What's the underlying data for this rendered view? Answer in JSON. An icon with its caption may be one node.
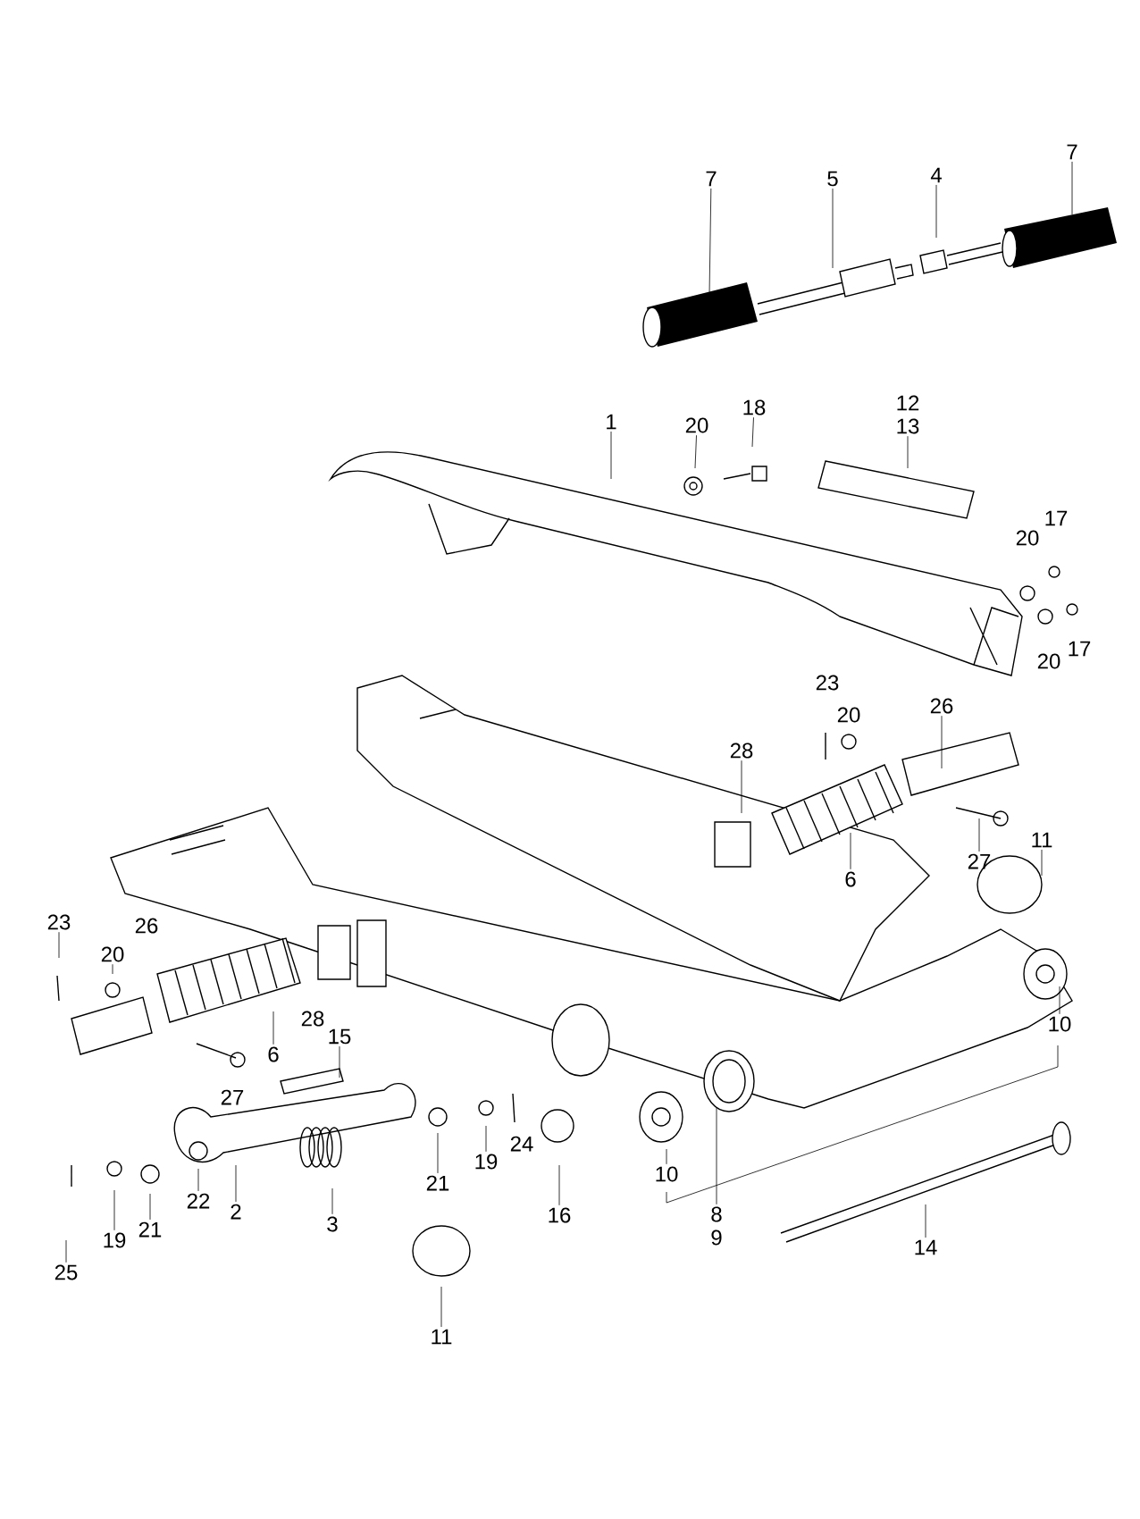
{
  "diagram": {
    "nodes": [
      {
        "text": [
          "7"
        ]
      },
      {
        "text": [
          "5"
        ]
      },
      {
        "text": [
          "4"
        ]
      },
      {
        "text": [
          "7"
        ]
      },
      {
        "text": [
          "1"
        ]
      },
      {
        "text": [
          "20"
        ]
      },
      {
        "text": [
          "18"
        ]
      },
      {
        "text": [
          "12",
          "13"
        ]
      },
      {
        "text": [
          "28"
        ]
      },
      {
        "text": [
          "26"
        ]
      },
      {
        "text": [
          "11"
        ]
      },
      {
        "text": [
          "27"
        ]
      },
      {
        "text": [
          "6"
        ]
      },
      {
        "text": [
          "23"
        ]
      },
      {
        "text": [
          "20"
        ]
      },
      {
        "text": [
          "15"
        ]
      },
      {
        "text": [
          "6"
        ]
      },
      {
        "text": [
          "10"
        ]
      },
      {
        "text": [
          "21"
        ]
      },
      {
        "text": [
          "19"
        ]
      },
      {
        "text": [
          "10"
        ]
      },
      {
        "text": [
          "22"
        ]
      },
      {
        "text": [
          "2"
        ]
      },
      {
        "text": [
          "16"
        ]
      },
      {
        "text": [
          "8",
          "9"
        ]
      },
      {
        "text": [
          "3"
        ]
      },
      {
        "text": [
          "21"
        ]
      },
      {
        "text": [
          "19"
        ]
      },
      {
        "text": [
          "14"
        ]
      },
      {
        "text": [
          "25"
        ]
      },
      {
        "text": [
          "11"
        ]
      }
    ],
    "edges": [
      {
        "from": 0,
        "to": null,
        "arrow": "none"
      },
      {
        "from": 1,
        "to": null,
        "arrow": "none"
      },
      {
        "from": 2,
        "to": null,
        "arrow": "none"
      },
      {
        "from": 3,
        "to": null,
        "arrow": "none"
      },
      {
        "from": 4,
        "to": null,
        "arrow": "none"
      },
      {
        "from": 5,
        "to": null,
        "arrow": "none"
      },
      {
        "from": 6,
        "to": null,
        "arrow": "none"
      },
      {
        "from": 7,
        "to": null,
        "arrow": "none"
      },
      {
        "from": 8,
        "to": null,
        "arrow": "none"
      },
      {
        "from": 9,
        "to": null,
        "arrow": "none"
      },
      {
        "from": 10,
        "to": null,
        "arrow": "none"
      },
      {
        "from": 11,
        "to": null,
        "arrow": "none"
      },
      {
        "from": 12,
        "to": null,
        "arrow": "none"
      },
      {
        "from": 13,
        "to": null,
        "arrow": "none"
      },
      {
        "from": 14,
        "to": null,
        "arrow": "none"
      },
      {
        "from": 15,
        "to": null,
        "arrow": "none"
      },
      {
        "from": 16,
        "to": null,
        "arrow": "none"
      },
      {
        "from": 17,
        "to": null,
        "arrow": "none"
      },
      {
        "from": 18,
        "to": null,
        "arrow": "none"
      },
      {
        "from": 19,
        "to": null,
        "arrow": "none"
      },
      {
        "from": 20,
        "to": null,
        "arrow": "none"
      },
      {
        "from": 21,
        "to": null,
        "arrow": "none"
      },
      {
        "from": 22,
        "to": null,
        "arrow": "none"
      },
      {
        "from": 23,
        "to": null,
        "arrow": "none"
      },
      {
        "from": 24,
        "to": null,
        "arrow": "none"
      },
      {
        "from": 25,
        "to": null,
        "arrow": "none"
      },
      {
        "from": 26,
        "to": null,
        "arrow": "none"
      },
      {
        "from": 27,
        "to": null,
        "arrow": "none"
      },
      {
        "from": 28,
        "to": null,
        "arrow": "none"
      },
      {
        "from": 29,
        "to": null,
        "arrow": "none"
      },
      {
        "from": 30,
        "to": null,
        "arrow": "none"
      }
    ],
    "labels": [
      "17",
      "20",
      "17",
      "20",
      "23",
      "20",
      "26",
      "28",
      "27",
      "24"
    ]
  }
}
